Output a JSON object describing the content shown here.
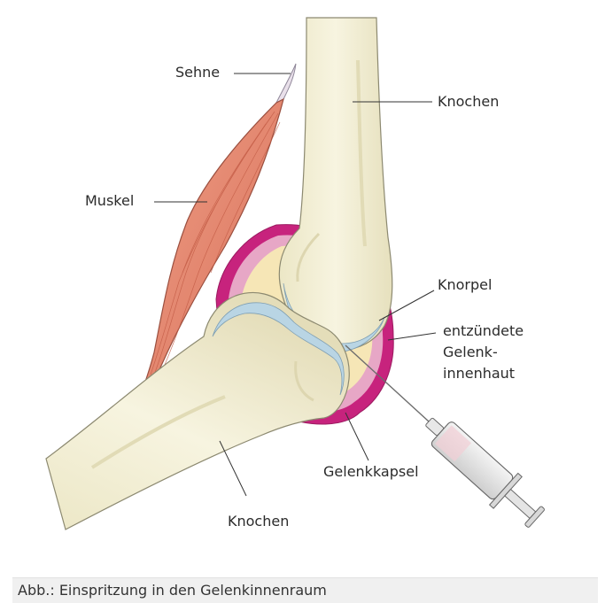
{
  "labels": {
    "sehne": "Sehne",
    "knochen_top": "Knochen",
    "muskel": "Muskel",
    "knorpel": "Knorpel",
    "gelenkinnenhaut_lines": [
      "entzündete",
      "Gelenk-",
      "innenhaut"
    ],
    "gelenkkapsel": "Gelenkkapsel",
    "knochen_bottom": "Knochen"
  },
  "caption": "Abb.: Einspritzung in den Gelenkinnenraum",
  "colors": {
    "bone": "#f3efd4",
    "bone_outline": "#8c8970",
    "cartilage": "#b9d5e4",
    "synovium": "#c7237d",
    "synovium_light": "#e6a3c3",
    "capsule_fill": "#f6e6b6",
    "muscle": "#e8876e",
    "tendon": "#eae1ea"
  }
}
